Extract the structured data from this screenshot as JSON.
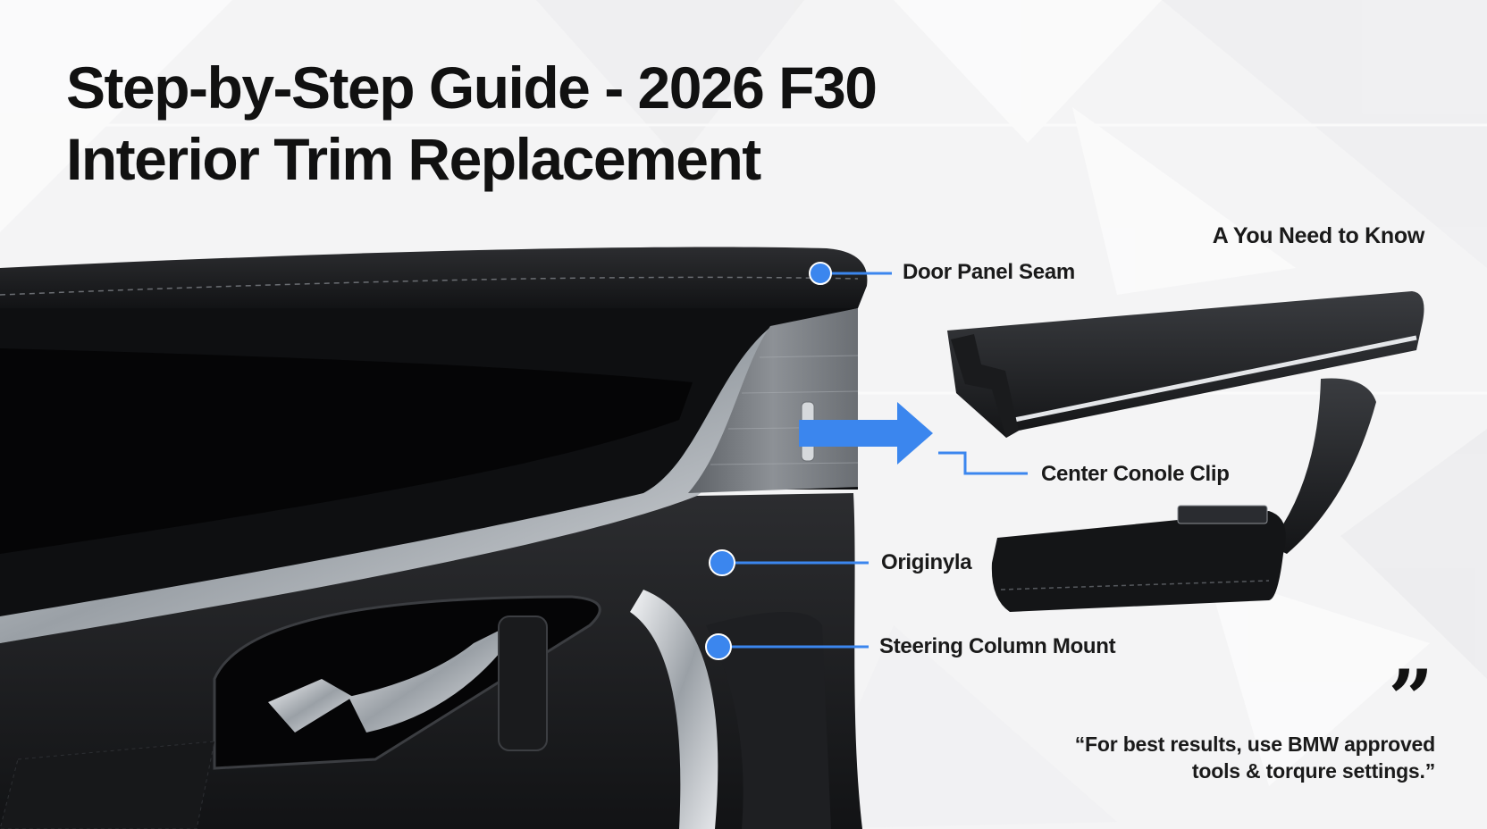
{
  "title": {
    "line1": "Step-by-Step Guide - 2026 F30",
    "line2": "Interior Trim Replacement"
  },
  "kicker": "A You Need to Know",
  "callouts": [
    {
      "label": "Door Panel Seam"
    },
    {
      "label": "Center Conole Clip"
    },
    {
      "label": "Originyla"
    },
    {
      "label": "Steering Column Mount"
    }
  ],
  "quote": {
    "mark": "”",
    "line1": "“For best results, use BMW approved",
    "line2": "tools & torqure settings.”"
  },
  "colors": {
    "accent": "#3b86ee",
    "leather": "#1b1c1e",
    "chrome": "#c9cdd2"
  },
  "icons": [
    "arrow-right-icon",
    "callout-dot-icon",
    "quote-icon"
  ]
}
